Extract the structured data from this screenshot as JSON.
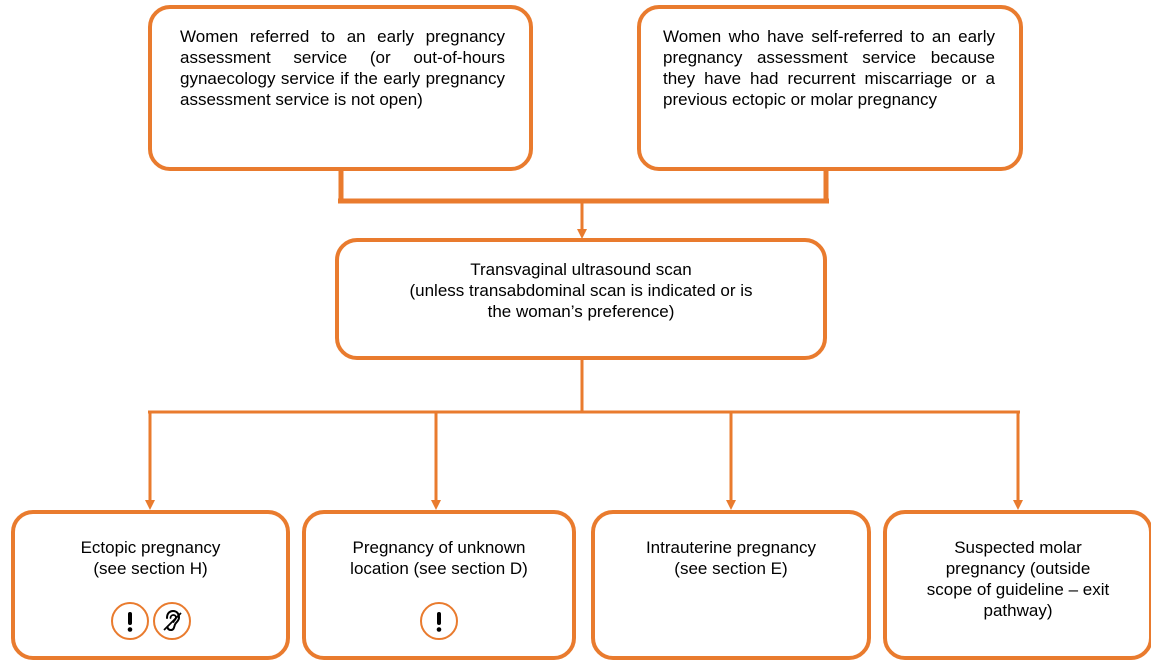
{
  "boxes": {
    "referred": "Women referred to an early pregnancy assessment service (or out-of-hours gynaecology service if the early pregnancy assessment service is not open)",
    "self_referred": "Women who have self-referred to an early pregnancy assessment service because they have had recurrent miscarriage or a previous ectopic or molar pregnancy",
    "scan": {
      "line1": "Transvaginal ultrasound scan",
      "line2": "(unless transabdominal scan is indicated or is",
      "line3": "the woman’s preference)"
    },
    "ectopic": {
      "line1": "Ectopic pregnancy",
      "line2": "(see section H)"
    },
    "unknown": {
      "line1": "Pregnancy of unknown",
      "line2": "location (see section D)"
    },
    "intrauterine": {
      "line1": "Intrauterine pregnancy",
      "line2": "(see section E)"
    },
    "molar": {
      "line1": "Suspected molar",
      "line2": "pregnancy (outside",
      "line3": "scope of guideline – exit",
      "line4": "pathway)"
    }
  },
  "icons": [
    "exclamation-icon",
    "ear-icon",
    "exclamation-icon"
  ],
  "colors": {
    "accent": "#E97B2E",
    "background": "#FFFFFF",
    "text": "#000000"
  }
}
